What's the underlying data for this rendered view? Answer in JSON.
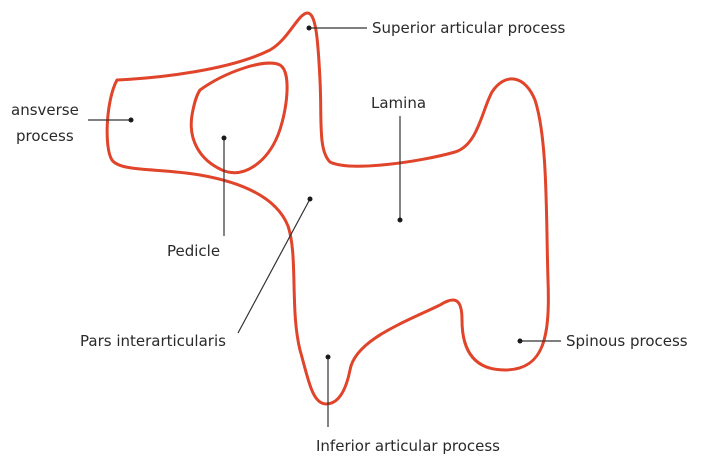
{
  "colors": {
    "outline": "#e0442a",
    "line": "#333333",
    "text": "#2a2a2a"
  },
  "labels": {
    "superior_articular_process": "Superior articular process",
    "transverse_process_line1": "ansverse",
    "transverse_process_line2": "process",
    "lamina": "Lamina",
    "pedicle": "Pedicle",
    "pars_interarticularis": "Pars interarticularis",
    "spinous_process": "Spinous process",
    "inferior_articular_process": "Inferior articular process"
  }
}
